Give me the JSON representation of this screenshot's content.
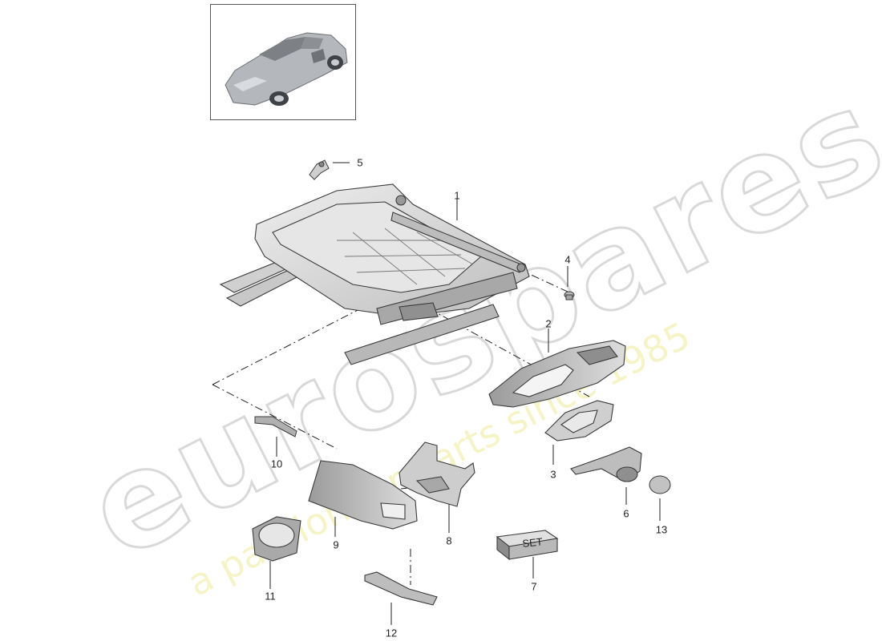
{
  "watermark": {
    "brand": "eurospares",
    "tagline": "a passion for parts since 1985"
  },
  "set_label": "SET",
  "callouts": {
    "c1": "1",
    "c2": "2",
    "c3": "3",
    "c4": "4",
    "c5": "5",
    "c6": "6",
    "c7": "7",
    "c8": "8",
    "c9": "9",
    "c10": "10",
    "c11": "11",
    "c12": "12",
    "c13": "13"
  },
  "colors": {
    "part_fill": "#d6d6d6",
    "part_stroke": "#3a3a3a",
    "leader": "#222222",
    "car_body": "#a9adb2"
  },
  "icons": {
    "vehicle_thumbnail": "car-icon"
  }
}
